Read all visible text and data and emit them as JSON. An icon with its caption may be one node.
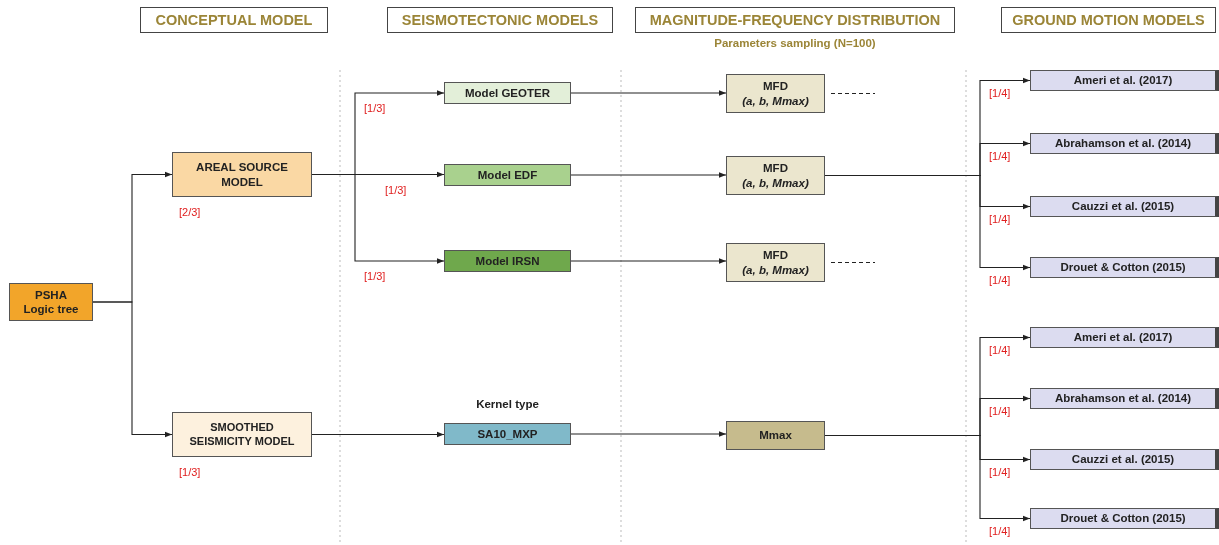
{
  "diagram": {
    "nodes": [
      {
        "text": [
          "CONCEPTUAL MODEL"
        ]
      },
      {
        "text": [
          "SEISMOTECTONIC MODELS"
        ]
      },
      {
        "text": [
          "MAGNITUDE-FREQUENCY DISTRIBUTION"
        ],
        "beside": [
          "Parameters sampling (N=100)"
        ]
      },
      {
        "text": [
          "GROUND MOTION MODELS"
        ]
      },
      {
        "text": [
          "PSHA Logic tree"
        ]
      },
      {
        "text": [
          "AREAL SOURCE MODEL"
        ]
      },
      {
        "text": [
          "SMOOTHED SEISMICITY MODEL"
        ]
      },
      {
        "text": [
          "Model GEOTER"
        ]
      },
      {
        "text": [
          "Model EDF"
        ]
      },
      {
        "text": [
          "Model IRSN"
        ]
      },
      {
        "text": [
          "SA10_MXP"
        ],
        "beside": [
          "Kernel type"
        ]
      },
      {
        "text": [
          "MFD",
          "(a, b, Mmax)"
        ]
      },
      {
        "text": [
          "MFD",
          "(a, b, Mmax)"
        ]
      },
      {
        "text": [
          "MFD",
          "(a, b, Mmax)"
        ]
      },
      {
        "text": [
          "Mmax"
        ]
      },
      {
        "text": [
          "Ameri et al. (2017)"
        ]
      },
      {
        "text": [
          "Abrahamson et al. (2014)"
        ]
      },
      {
        "text": [
          "Cauzzi et al. (2015)"
        ]
      },
      {
        "text": [
          "Drouet & Cotton (2015)"
        ]
      },
      {
        "text": [
          "Ameri et al. (2017)"
        ]
      },
      {
        "text": [
          "Abrahamson et al. (2014)"
        ]
      },
      {
        "text": [
          "Cauzzi et al. (2015)"
        ]
      },
      {
        "text": [
          "Drouet & Cotton (2015)"
        ]
      }
    ],
    "edges": [
      {
        "from": 4,
        "to": 5,
        "arrow": "to",
        "label": "[2/3]"
      },
      {
        "from": 4,
        "to": 6,
        "arrow": "to",
        "label": "[1/3]"
      },
      {
        "from": 5,
        "to": 7,
        "arrow": "to",
        "label": "[1/3]"
      },
      {
        "from": 5,
        "to": 8,
        "arrow": "to",
        "label": "[1/3]"
      },
      {
        "from": 5,
        "to": 9,
        "arrow": "to",
        "label": "[1/3]"
      },
      {
        "from": 6,
        "to": 10,
        "arrow": "to"
      },
      {
        "from": 7,
        "to": 11,
        "arrow": "to"
      },
      {
        "from": 8,
        "to": 12,
        "arrow": "to"
      },
      {
        "from": 9,
        "to": 13,
        "arrow": "to"
      },
      {
        "from": 10,
        "to": 14,
        "arrow": "to"
      },
      {
        "from": 11,
        "to": null,
        "arrow": "none",
        "style": "dashed"
      },
      {
        "from": 13,
        "to": null,
        "arrow": "none",
        "style": "dashed"
      },
      {
        "from": 12,
        "to": 15,
        "arrow": "to",
        "label": "[1/4]"
      },
      {
        "from": 12,
        "to": 16,
        "arrow": "to",
        "label": "[1/4]"
      },
      {
        "from": 12,
        "to": 17,
        "arrow": "to",
        "label": "[1/4]"
      },
      {
        "from": 12,
        "to": 18,
        "arrow": "to",
        "label": "[1/4]"
      },
      {
        "from": 14,
        "to": 19,
        "arrow": "to",
        "label": "[1/4]"
      },
      {
        "from": 14,
        "to": 20,
        "arrow": "to",
        "label": "[1/4]"
      },
      {
        "from": 14,
        "to": 21,
        "arrow": "to",
        "label": "[1/4]"
      },
      {
        "from": 14,
        "to": 22,
        "arrow": "to",
        "label": "[1/4]"
      }
    ]
  }
}
